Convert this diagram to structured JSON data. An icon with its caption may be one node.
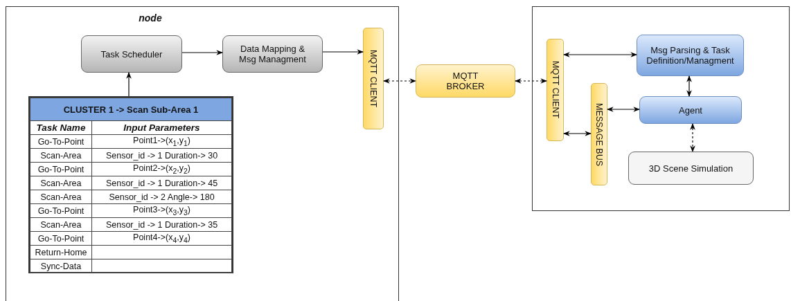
{
  "diagram": {
    "nodes": [
      {
        "text": [
          "node"
        ]
      },
      {
        "text": [
          "Task Scheduler"
        ],
        "in": 0
      },
      {
        "text": [
          "Data Mapping & Msg Managment"
        ],
        "in": 0
      },
      {
        "text": [
          "MQTT CLIENT"
        ],
        "in": 0
      },
      {
        "text": [
          "CLUSTER 1 -> Scan Sub-Area 1"
        ],
        "in": 0
      },
      {
        "text": [
          "MQTT BROKER"
        ]
      },
      {
        "text": [],
        "shape": "box"
      },
      {
        "text": [
          "MQTT CLIENT"
        ],
        "in": 6
      },
      {
        "text": [
          "MESSAGE BUS"
        ],
        "in": 6
      },
      {
        "text": [
          "Msg Parsing & Task Definition/Managment"
        ],
        "in": 6
      },
      {
        "text": [
          "Agent"
        ],
        "in": 6
      },
      {
        "text": [
          "3D Scene Simulation"
        ],
        "in": 6
      }
    ],
    "edges": [
      {
        "from": 1,
        "to": 2,
        "arrow": "to"
      },
      {
        "from": 2,
        "to": 3,
        "arrow": "to"
      },
      {
        "from": 4,
        "to": 1,
        "arrow": "to"
      },
      {
        "from": 3,
        "to": 5,
        "arrow": "both",
        "style": "dashed"
      },
      {
        "from": 5,
        "to": 7,
        "arrow": "both",
        "style": "dashed"
      },
      {
        "from": 7,
        "to": 9,
        "arrow": "both"
      },
      {
        "from": 7,
        "to": 8,
        "arrow": "both"
      },
      {
        "from": 8,
        "to": 10,
        "arrow": "both"
      },
      {
        "from": 9,
        "to": 10,
        "arrow": "both"
      },
      {
        "from": 10,
        "to": 11,
        "arrow": "both",
        "style": "dashed"
      }
    ],
    "labels": [
      "Task Name",
      "Input Parameters",
      "Go-To-Point",
      "Point1->(x$_{1}$,y$_{1}$)",
      "Scan-Area",
      "Sensor_id -> 1 Duration-> 30",
      "Go-To-Point",
      "Point2->(x$_{2}$,y$_{2}$)",
      "Scan-Area",
      "Sensor_id -> 1 Duration-> 45",
      "Scan-Area",
      "Sensor_id -> 2  Angle-> 180",
      "Go-To-Point",
      "Point3->(x$_{3}$,y$_{3}$)",
      "Scan-Area",
      "Sensor_id -> 1 Duration-> 35",
      "Go-To-Point",
      "Point4->(x$_{4}$,y$_{4}$)",
      "Return-Home",
      "Sync-Data"
    ]
  }
}
